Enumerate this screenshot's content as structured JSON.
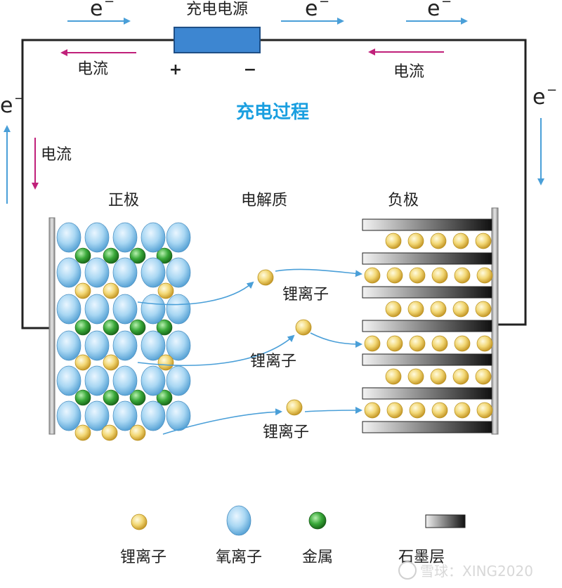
{
  "title": "充电过程",
  "source_label": "充电电源",
  "plus": "+",
  "minus": "−",
  "electron": "e",
  "electron_sup": "−",
  "current": "电流",
  "positive_electrode": "正极",
  "electrolyte": "电解质",
  "negative_electrode": "负极",
  "ion_label": "锂离子",
  "legend": {
    "lithium": "锂离子",
    "oxygen": "氧离子",
    "metal": "金属",
    "graphite": "石墨层"
  },
  "watermark": "雪球：XING2020",
  "colors": {
    "wire": "#222222",
    "electron_arrow": "#4a9fd8",
    "current_arrow": "#c0207a",
    "source_fill": "#3d86d1",
    "title": "#1a9fe0"
  }
}
